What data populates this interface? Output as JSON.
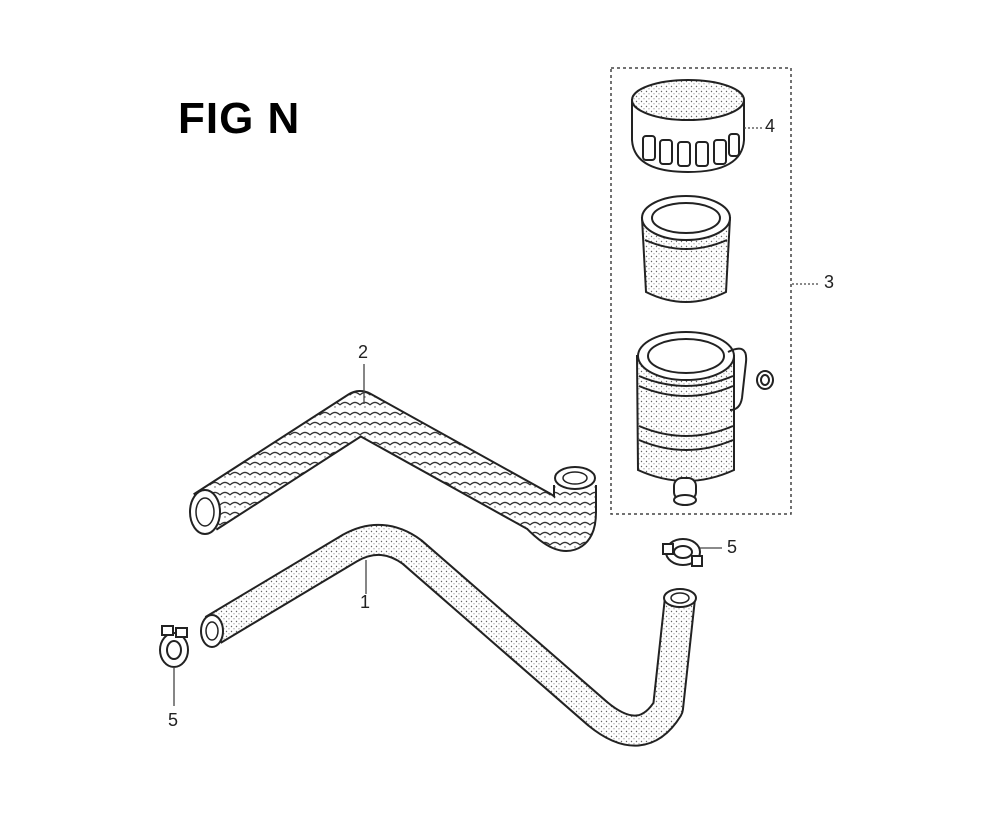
{
  "figure": {
    "title": "FIG N"
  },
  "callouts": {
    "hose_straight": "1",
    "hose_corrugated": "2",
    "filter_assembly": "3",
    "filter_cap": "4",
    "clamp_left": "5",
    "clamp_right": "5"
  },
  "colors": {
    "line": "#222222",
    "background": "#ffffff"
  }
}
